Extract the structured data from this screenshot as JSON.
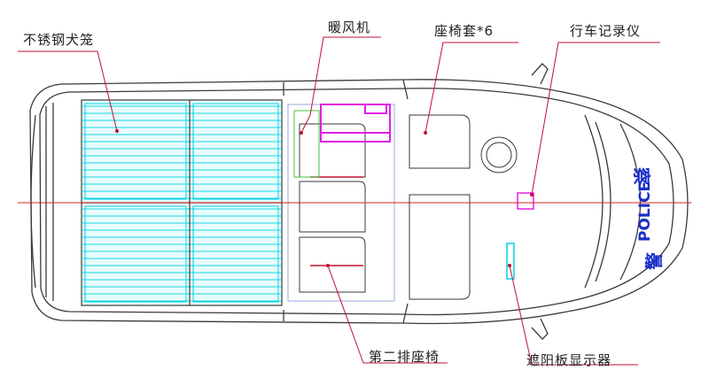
{
  "labels": {
    "cage": "不锈钢犬笼",
    "heater": "暖风机",
    "seat_cover": "座椅套*6",
    "recorder": "行车记录仪",
    "second_row": "第二排座椅",
    "visor_display": "遮阳板显示器"
  },
  "vehicle": {
    "police_char_top": "察",
    "police_text": "POLICE",
    "police_char_bottom": "警"
  },
  "colors": {
    "outline": "#3a3a3a",
    "cage": "#00d4e0",
    "heater": "#e020e0",
    "centerline": "#d02020",
    "police": "#1a2fc8",
    "green": "#40c040"
  }
}
